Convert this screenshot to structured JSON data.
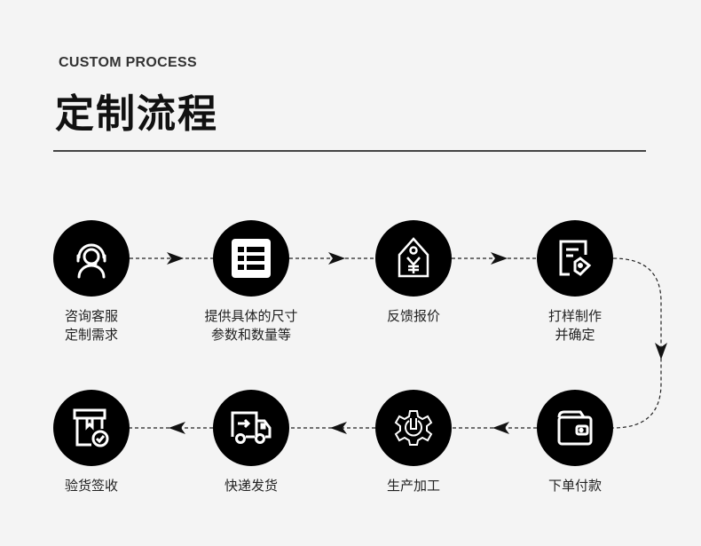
{
  "header": {
    "subtitle": "CUSTOM PROCESS",
    "title": "定制流程"
  },
  "steps": [
    {
      "icon": "customer-service-icon",
      "lines": [
        "咨询客服",
        "定制需求"
      ]
    },
    {
      "icon": "list-form-icon",
      "lines": [
        "提供具体的尺寸",
        "参数和数量等"
      ]
    },
    {
      "icon": "price-tag-icon",
      "lines": [
        "反馈报价"
      ]
    },
    {
      "icon": "document-edit-icon",
      "lines": [
        "打样制作",
        "并确定"
      ]
    },
    {
      "icon": "wallet-icon",
      "lines": [
        "下单付款"
      ]
    },
    {
      "icon": "gear-wrench-icon",
      "lines": [
        "生产加工"
      ]
    },
    {
      "icon": "delivery-truck-icon",
      "lines": [
        "快递发货"
      ]
    },
    {
      "icon": "package-check-icon",
      "lines": [
        "验货签收"
      ]
    }
  ]
}
